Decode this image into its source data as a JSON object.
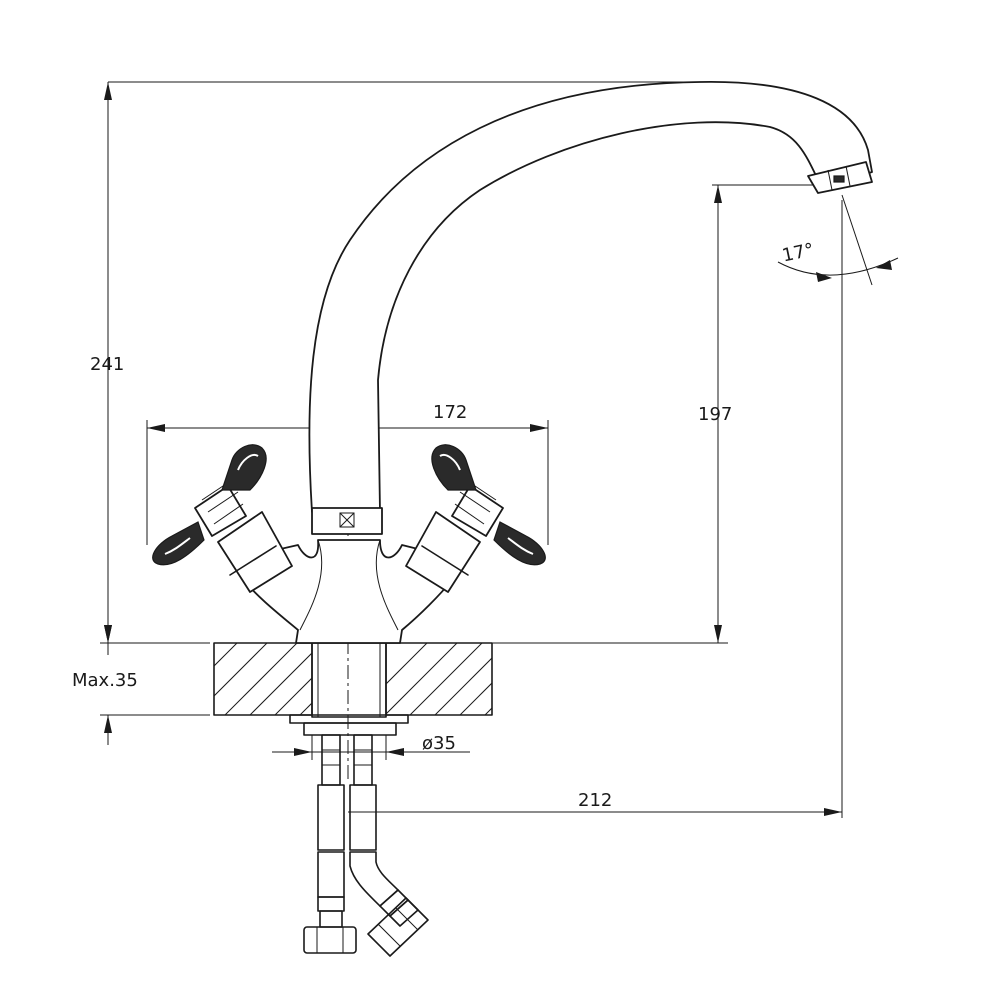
{
  "dimensions": {
    "height_total": "241",
    "spout_height": "197",
    "handle_span": "172",
    "spout_reach": "212",
    "mount_diameter": "ø35",
    "max_thickness": "Max.35",
    "spout_angle": "17°"
  },
  "colors": {
    "line": "#1a1a1a",
    "background": "#ffffff"
  }
}
